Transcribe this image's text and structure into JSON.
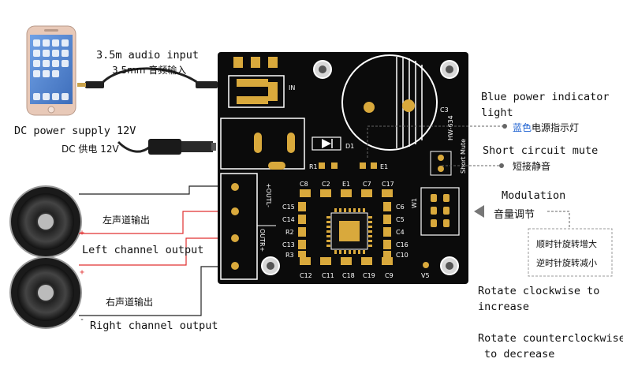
{
  "labels": {
    "audio_input_en": "3.5m audio input",
    "audio_input_cn": "3.5mm 音频输入",
    "dc_power_en": "DC power supply 12V",
    "dc_power_cn": "DC 供电 12V",
    "left_channel_cn": "左声道输出",
    "left_channel_en": "Left channel output",
    "right_channel_cn": "右声道输出",
    "right_channel_en": "Right channel output",
    "blue_indicator_en_1": "Blue power indicator",
    "blue_indicator_en_2": "light",
    "blue_indicator_cn_blue": "蓝色",
    "blue_indicator_cn_rest": "电源指示灯",
    "short_mute_en": "Short circuit mute",
    "short_mute_cn": "短接静音",
    "modulation_en": "Modulation",
    "modulation_cn": "音量调节",
    "cw_cn": "顺时针旋转增大",
    "ccw_cn": "逆时针旋转减小",
    "cw_en_1": "Rotate clockwise to",
    "cw_en_2": "increase",
    "ccw_en_1": "Rotate counterclockwise",
    "ccw_en_2": "to decrease",
    "plus": "+",
    "minus": "-"
  },
  "pcb": {
    "in_label": "IN",
    "c3": "C3",
    "model": "HW-634",
    "short_mute": "Short Mute",
    "d1": "D1",
    "r1": "R1",
    "e1_label": "E1",
    "outl": "+OUTL-",
    "outr": "OUTR+",
    "w1": "W1",
    "v5": "V5",
    "top_caps": [
      "C8",
      "C2",
      "E1",
      "C7",
      "C17"
    ],
    "left_parts": [
      "C15",
      "C14",
      "R2",
      "C13",
      "R3"
    ],
    "right_parts": [
      "C6",
      "C5",
      "C4",
      "C16",
      "C10"
    ],
    "bottom_caps": [
      "C12",
      "C11",
      "C18",
      "C19",
      "C9"
    ]
  },
  "colors": {
    "pcb": "#0b0b0b",
    "accent_blue": "#1a5fd0",
    "wire_red": "#e03030"
  }
}
